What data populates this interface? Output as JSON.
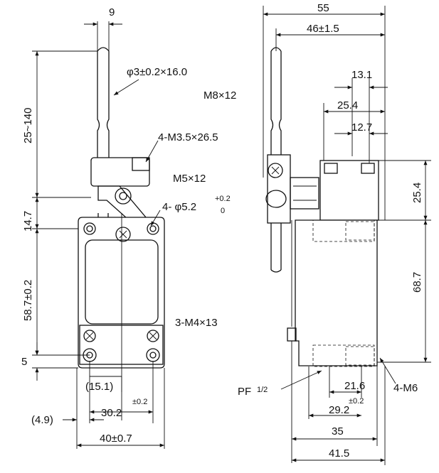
{
  "left_view": {
    "dims": {
      "lever_width": "9",
      "rod_spec": "φ3±0.2×16.0",
      "lever_length": "25~140",
      "screw_top": "4-M3.5×26.5",
      "height_mid": "14.7",
      "body_height": "58.7±0.2",
      "bottom_offset": "5",
      "mount_holes": "3-M4×13",
      "inner_width": "(15.1)",
      "tol_small": "±0.2",
      "hole_spacing": "30.2",
      "edge_offset": "(4.9)",
      "body_width": "40±0.7"
    },
    "labels": {
      "m8": "M8×12",
      "m5": "M5×12",
      "hole_dia_main": "4- φ5.2",
      "hole_dia_tol_top": "+0.2",
      "hole_dia_tol_bot": "0"
    }
  },
  "right_view": {
    "dims": {
      "overall_width": "55",
      "width_tol": "46±1.5",
      "d131": "13.1",
      "d254a": "25.4",
      "d127": "12.7",
      "d254b": "25.4",
      "d687": "68.7",
      "conduit_main": "PF",
      "conduit_frac": "1/2",
      "d216": "21.6",
      "tol_small": "±0.2",
      "d292": "29.2",
      "d35": "35",
      "d415": "41.5",
      "bolt": "4-M6"
    }
  }
}
